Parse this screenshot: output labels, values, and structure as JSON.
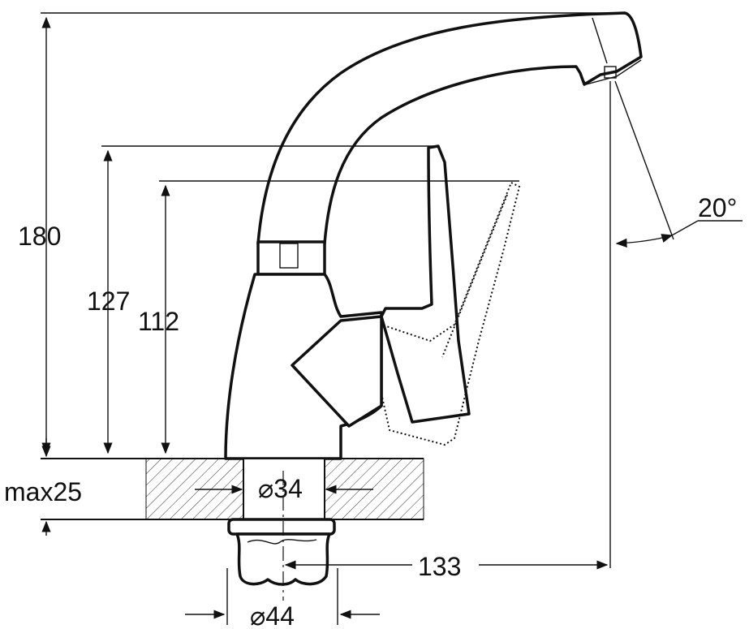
{
  "drawing": {
    "subject": "faucet-technical-drawing",
    "dimensions": {
      "overall_height": "180",
      "lever_height": "127",
      "body_height": "112",
      "spout_angle": "20°",
      "counter_max_thickness": "max25",
      "hole_diameter": "⌀34",
      "spout_reach": "133",
      "base_diameter": "⌀44"
    }
  }
}
